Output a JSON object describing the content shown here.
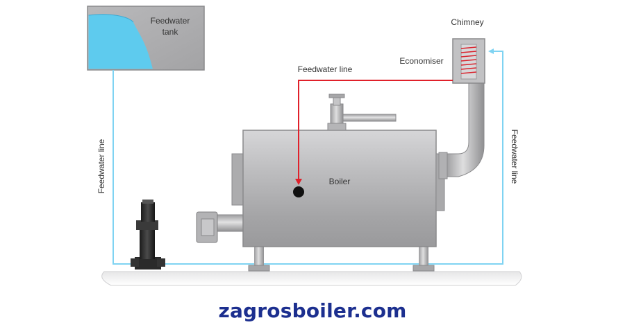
{
  "labels": {
    "feedwater_tank_line1": "Feedwater",
    "feedwater_tank_line2": "tank",
    "chimney": "Chimney",
    "economiser": "Economiser",
    "feedwater_line_top": "Feedwater line",
    "feedwater_line_left": "Feedwater line",
    "feedwater_line_right": "Feedwater line",
    "boiler": "Boiler"
  },
  "footer": {
    "website": "zagrosboiler.com"
  },
  "colors": {
    "water": "#5ecbee",
    "feed_line_blue": "#7fd3f2",
    "feed_line_red": "#e0202a",
    "steel": "#b9b9bb",
    "text": "#333333",
    "brand": "#1c2f8f"
  }
}
